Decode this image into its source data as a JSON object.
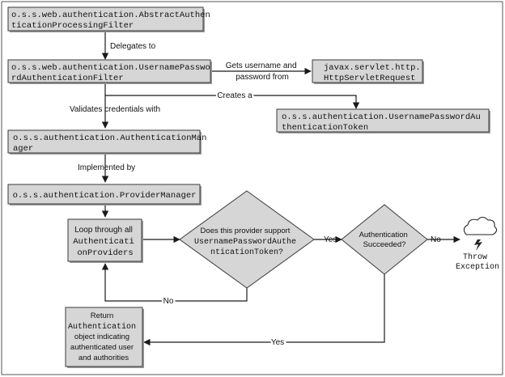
{
  "boxes": {
    "abstract_filter": [
      "o.s.s.web.authentication.AbstractAuthen",
      "ticationProcessingFilter"
    ],
    "username_filter": [
      "o.s.s.web.authentication.UsernamePasswo",
      "rdAuthenticationFilter"
    ],
    "http_request": [
      "javax.servlet.http.",
      "HttpServletRequest"
    ],
    "token": [
      "o.s.s.authentication.UsernamePasswordAu",
      "thenticationToken"
    ],
    "auth_manager": [
      "o.s.s.authentication.AuthenticationMan",
      "ager"
    ],
    "provider_manager": "o.s.s.authentication.ProviderManager",
    "loop": [
      "Loop through all",
      "Authenticati",
      "onProviders"
    ],
    "return": [
      "Return",
      "Authentication",
      "object indicating",
      "authenticated user",
      "and authorities"
    ]
  },
  "decisions": {
    "supports": [
      "Does this provider support",
      "UsernamePasswordAuthe",
      "nticationToken?"
    ],
    "succeeded": [
      "Authentication",
      "Succeeded?"
    ]
  },
  "edge_labels": {
    "delegates_to": "Delegates to",
    "gets_username": [
      "Gets username and",
      "password from"
    ],
    "creates_a": "Creates a",
    "validates": "Validates credentials with",
    "implemented_by": "Implemented by",
    "yes_supports": "Yes",
    "no_supports": "No",
    "no_succeeded": "No",
    "yes_succeeded": "Yes"
  },
  "exception": [
    "Throw",
    "Exception"
  ]
}
